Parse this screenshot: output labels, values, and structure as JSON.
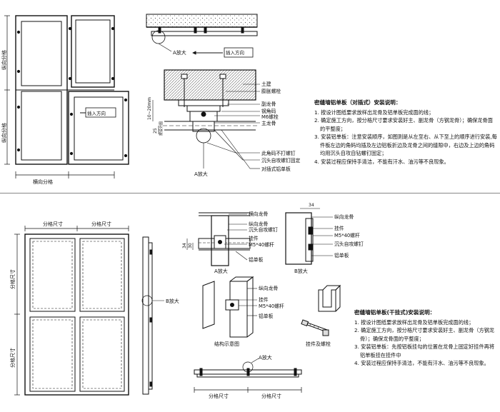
{
  "top": {
    "labels": {
      "a_zoom": "A放大",
      "insert_dir_1": "插入方向",
      "insert_dir_2": "插入方向",
      "vertical_grid_1": "纵向分格",
      "vertical_grid_2": "纵向分格",
      "horizontal_grid": "横向分格",
      "civil": "土建",
      "expansion_bolt": "膨胀螺栓",
      "sub_keel": "副龙骨",
      "angle_code": "钢角码",
      "m6_bolt": "M6螺栓",
      "main_keel": "主龙骨",
      "no_screw_code": "此角码不打螺钉",
      "self_tap": "沉头自攻螺钉固定",
      "plug_panel": "对插式铝单板",
      "a_zoom_2": "A放大",
      "dim_10_20": "10~20mm",
      "dim_25": "25",
      "dim_25_note": "按设计图"
    },
    "notes": {
      "title": "密缝墙铝单板（对插式）安装说明：",
      "items": [
        "1. 按设计图纸要求放样出龙骨及铝单板完成面的线；",
        "2. 确定施工方向，按分格尺寸要求安装好主、副龙骨（方钢龙骨）；确保龙骨面的平整度；",
        "3. 安装铝单板：注意安装顺序，如图则是从左至右、从下至上的顺序进行安装,每件板左边的角码均插及左边铝板折边及龙骨之间的缝隙中，右边及上边的角码均用沉头自攻自钻螺钉固定；",
        "4. 安装过程应保持手清洁，不能有汗水、油污等不良现象。"
      ]
    }
  },
  "bottom": {
    "labels": {
      "grid_size_top_1": "分格尺寸",
      "grid_size_top_2": "分格尺寸",
      "grid_size_left_1": "分格尺寸",
      "grid_size_left_2": "分格尺寸",
      "grid_size_bot_1": "分格尺寸",
      "grid_size_bot_2": "分格尺寸",
      "b_zoom": "B放大",
      "a_zoom": "A放大",
      "a_zoom_caption": "A放大",
      "b_zoom_caption": "B放大",
      "v_keel_1": "横向龙骨",
      "v_keel_2": "纵向龙骨",
      "self_tap": "沉头自攻螺钉",
      "hanger": "挂件",
      "m5_bolt": "M5*40螺杆",
      "panel": "铝单板",
      "b_v_keel": "纵向龙骨",
      "b_hanger": "挂件",
      "b_m5": "M5*40螺杆",
      "b_self_tap": "沉头自攻螺钉",
      "b_panel": "铝单板",
      "s_v_keel": "纵向龙骨",
      "s_hanger": "挂件",
      "s_m5": "M5*40螺杆",
      "s_panel": "铝单板",
      "structure": "结构示意图",
      "hanger_bolt": "挂件及螺栓",
      "dim_34a": "34",
      "dim_30": "30",
      "dim_34b": "34"
    },
    "notes": {
      "title": "密缝墙铝单板(干挂式)安装说明：",
      "items": [
        "1. 按设计图纸要求放样出龙骨及铝单板完成面的线；",
        "2. 确定施工方向，按分格尺寸要求安装好主、副龙骨（方钢龙骨）；确保龙骨面的平整度；",
        "3. 安装铝单板：先按铝板挂勾的位置在龙骨上固定好挂件再将铝单板挂在挂件中",
        "4. 安装过程应保持手清洁，不能有汗水、油污等不良现象。"
      ]
    }
  }
}
